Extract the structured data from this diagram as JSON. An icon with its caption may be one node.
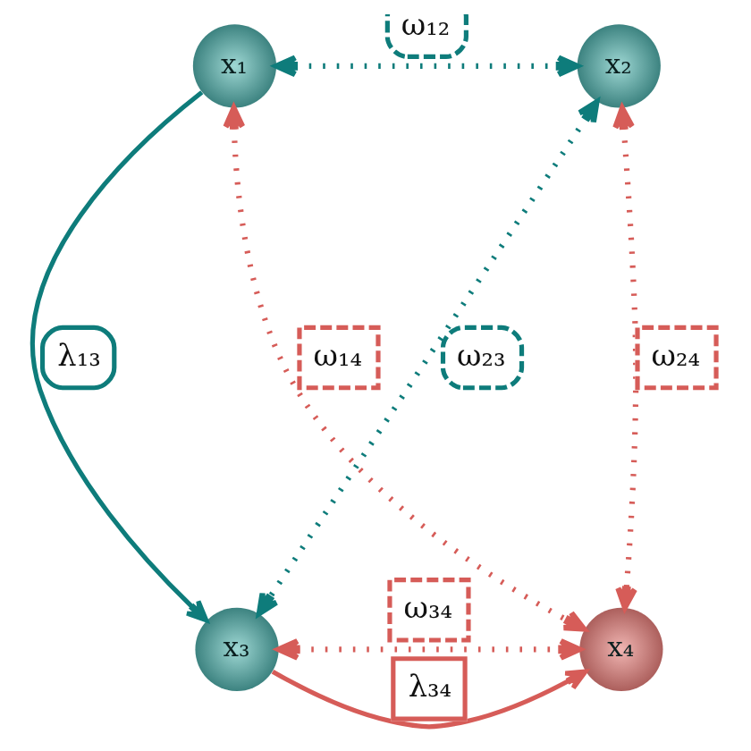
{
  "diagram": {
    "nodes": [
      {
        "text": [
          "x₁"
        ]
      },
      {
        "text": [
          "x₂"
        ]
      },
      {
        "text": [
          "x₃"
        ]
      },
      {
        "text": [
          "x₄"
        ]
      }
    ],
    "edges": [
      {
        "from": 0,
        "to": 1,
        "arrow": "both",
        "label": "ω₁₂",
        "style": "dashed",
        "color": "#0e7c7b"
      },
      {
        "from": 0,
        "to": 2,
        "arrow": "to",
        "label": "λ₁₃",
        "color": "#0e7c7b"
      },
      {
        "from": 1,
        "to": 2,
        "arrow": "both",
        "label": "ω₂₃",
        "style": "dashed",
        "color": "#0e7c7b"
      },
      {
        "from": 0,
        "to": 3,
        "arrow": "both",
        "label": "ω₁₄",
        "style": "dashed"
      },
      {
        "from": 1,
        "to": 3,
        "arrow": "both",
        "label": "ω₂₄",
        "style": "dashed"
      },
      {
        "from": 2,
        "to": 3,
        "arrow": "to",
        "label": "λ₃₄"
      },
      {
        "from": 2,
        "to": 3,
        "arrow": "both",
        "label": "ω₃₄",
        "style": "dashed"
      }
    ]
  }
}
